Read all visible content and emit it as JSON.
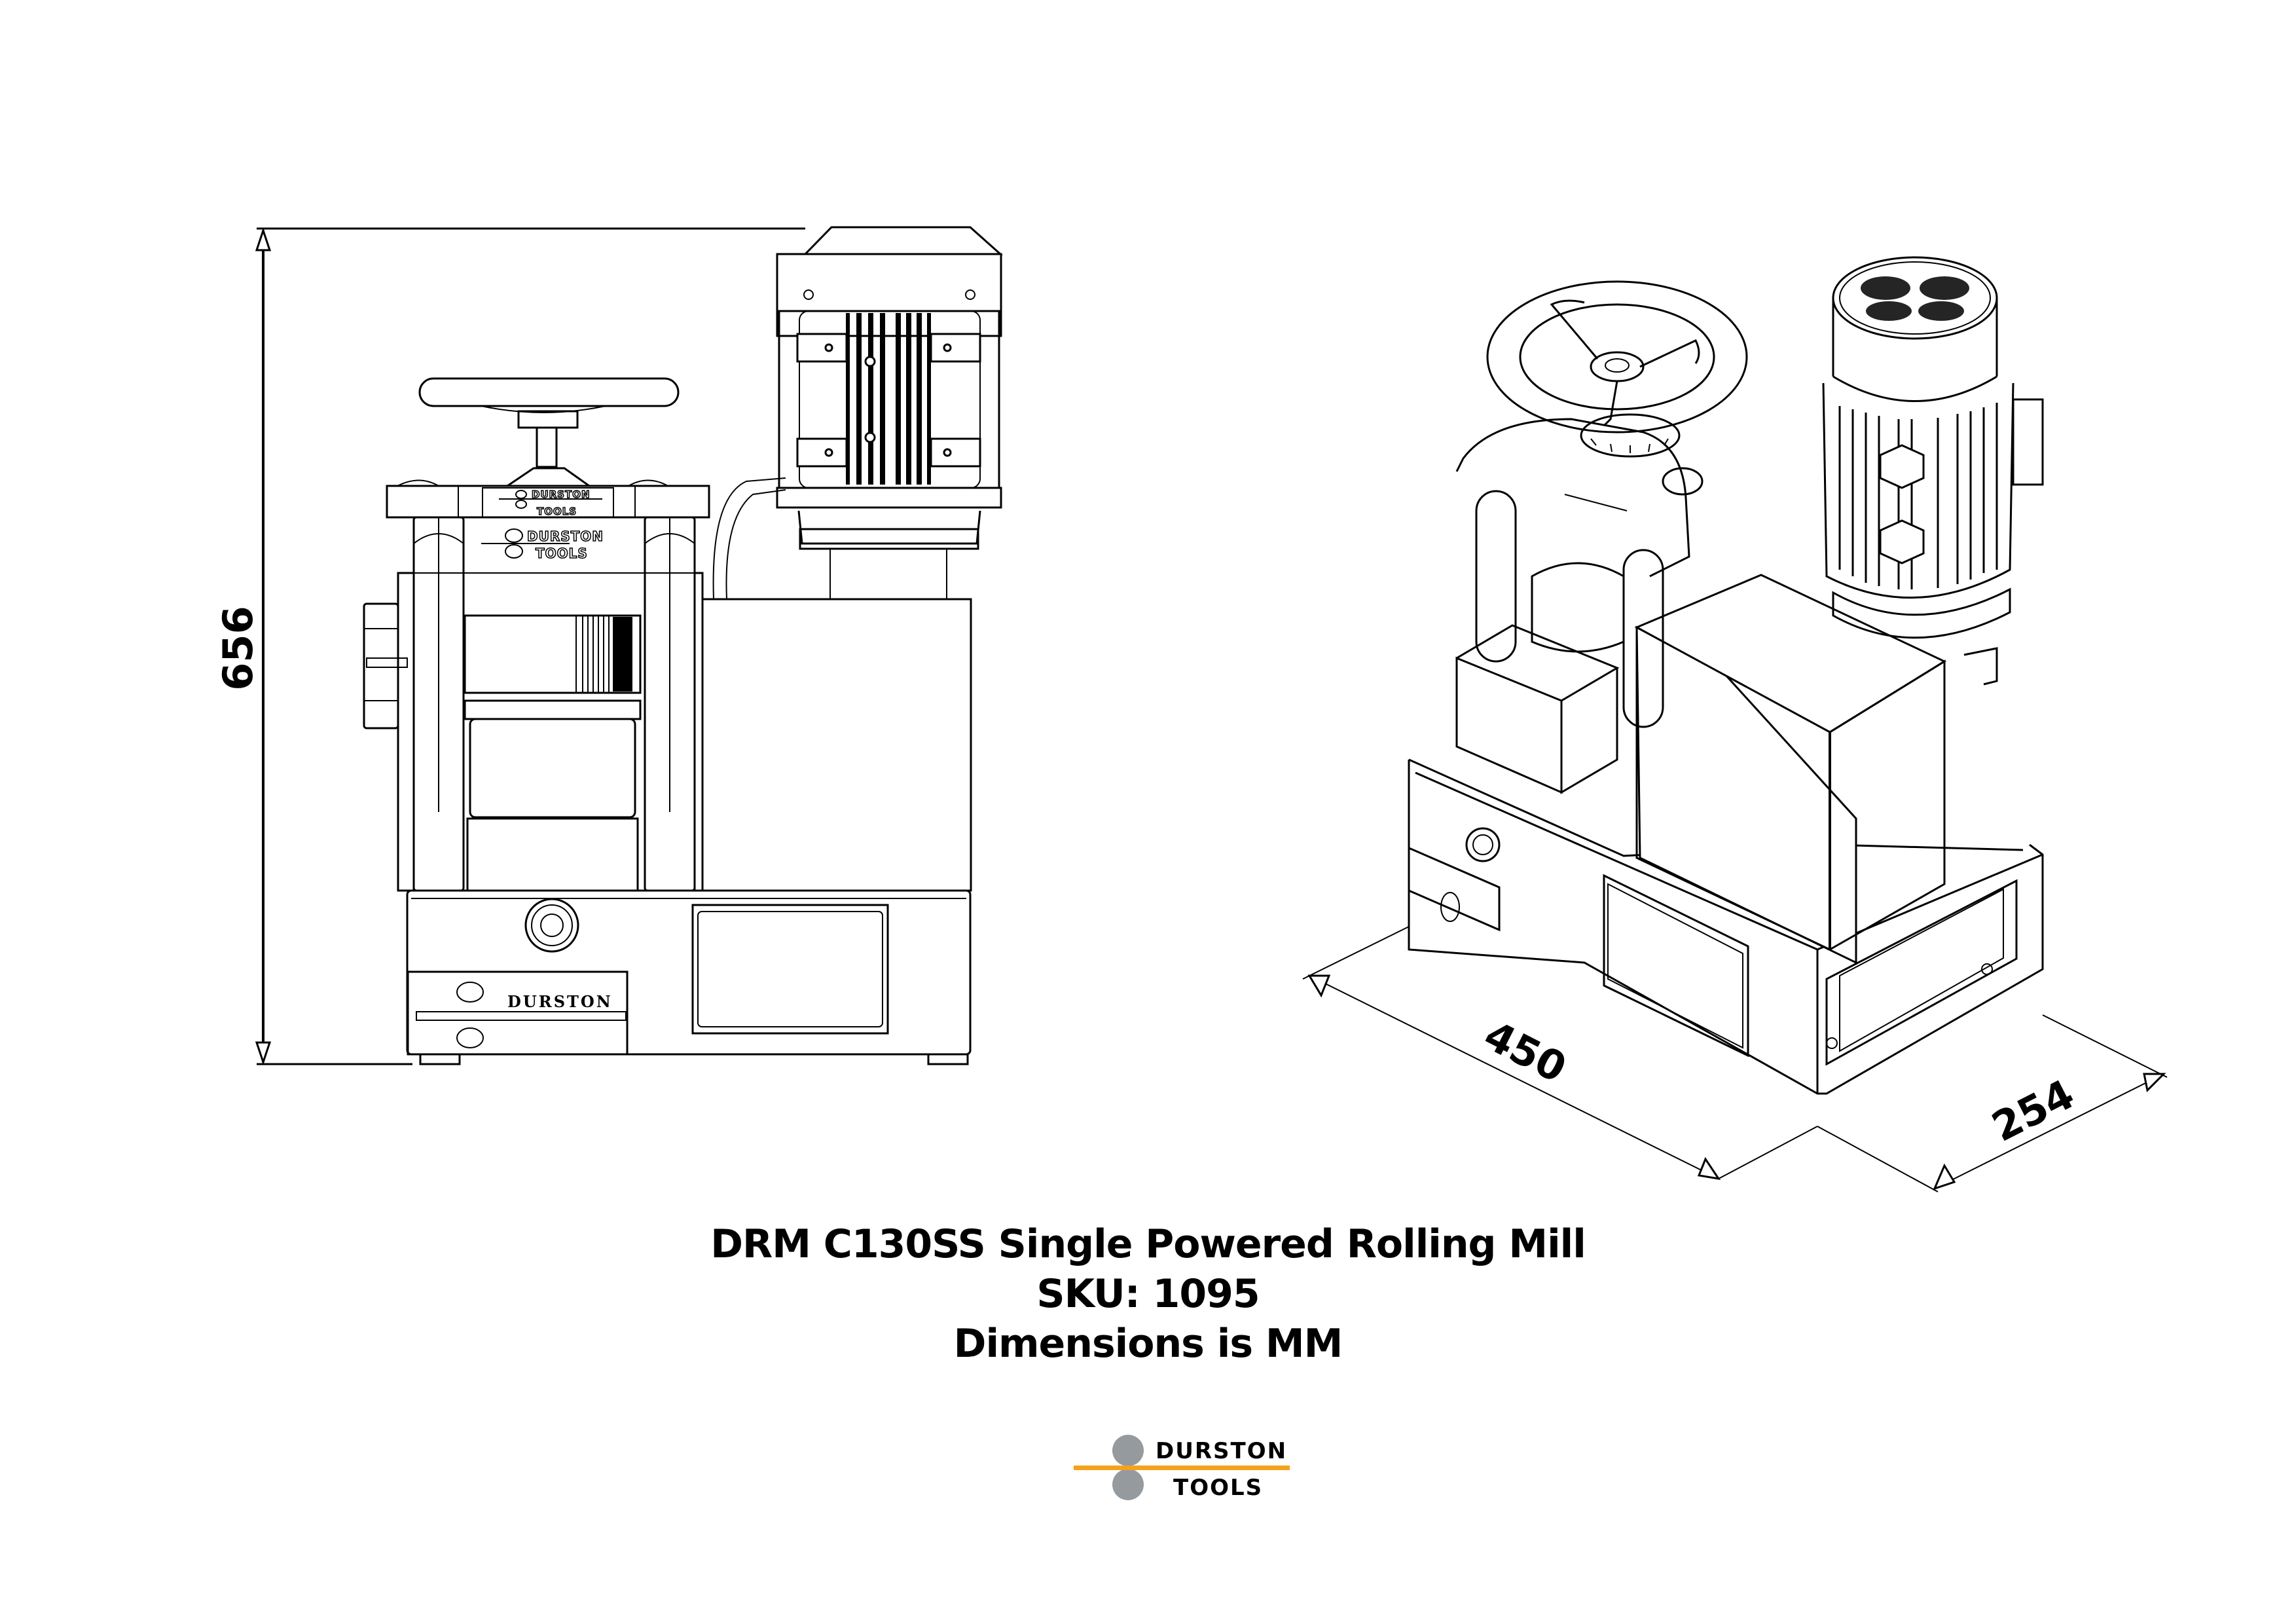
{
  "drawing": {
    "title": "DRM C130SS Single Powered Rolling Mill",
    "sku": "SKU: 1095",
    "units_note": "Dimensions is MM"
  },
  "front_view": {
    "height_dimension": "656",
    "base_plate_label": "DURSTON",
    "frame_label_line1": "DURSTON",
    "frame_label_line2": "TOOLS"
  },
  "iso_view": {
    "width_dimension": "450",
    "depth_dimension": "254"
  },
  "logo": {
    "line1": "DURSTON",
    "line2": "TOOLS",
    "accent_color": "#F5A21B",
    "circle_color": "#959A9E"
  }
}
